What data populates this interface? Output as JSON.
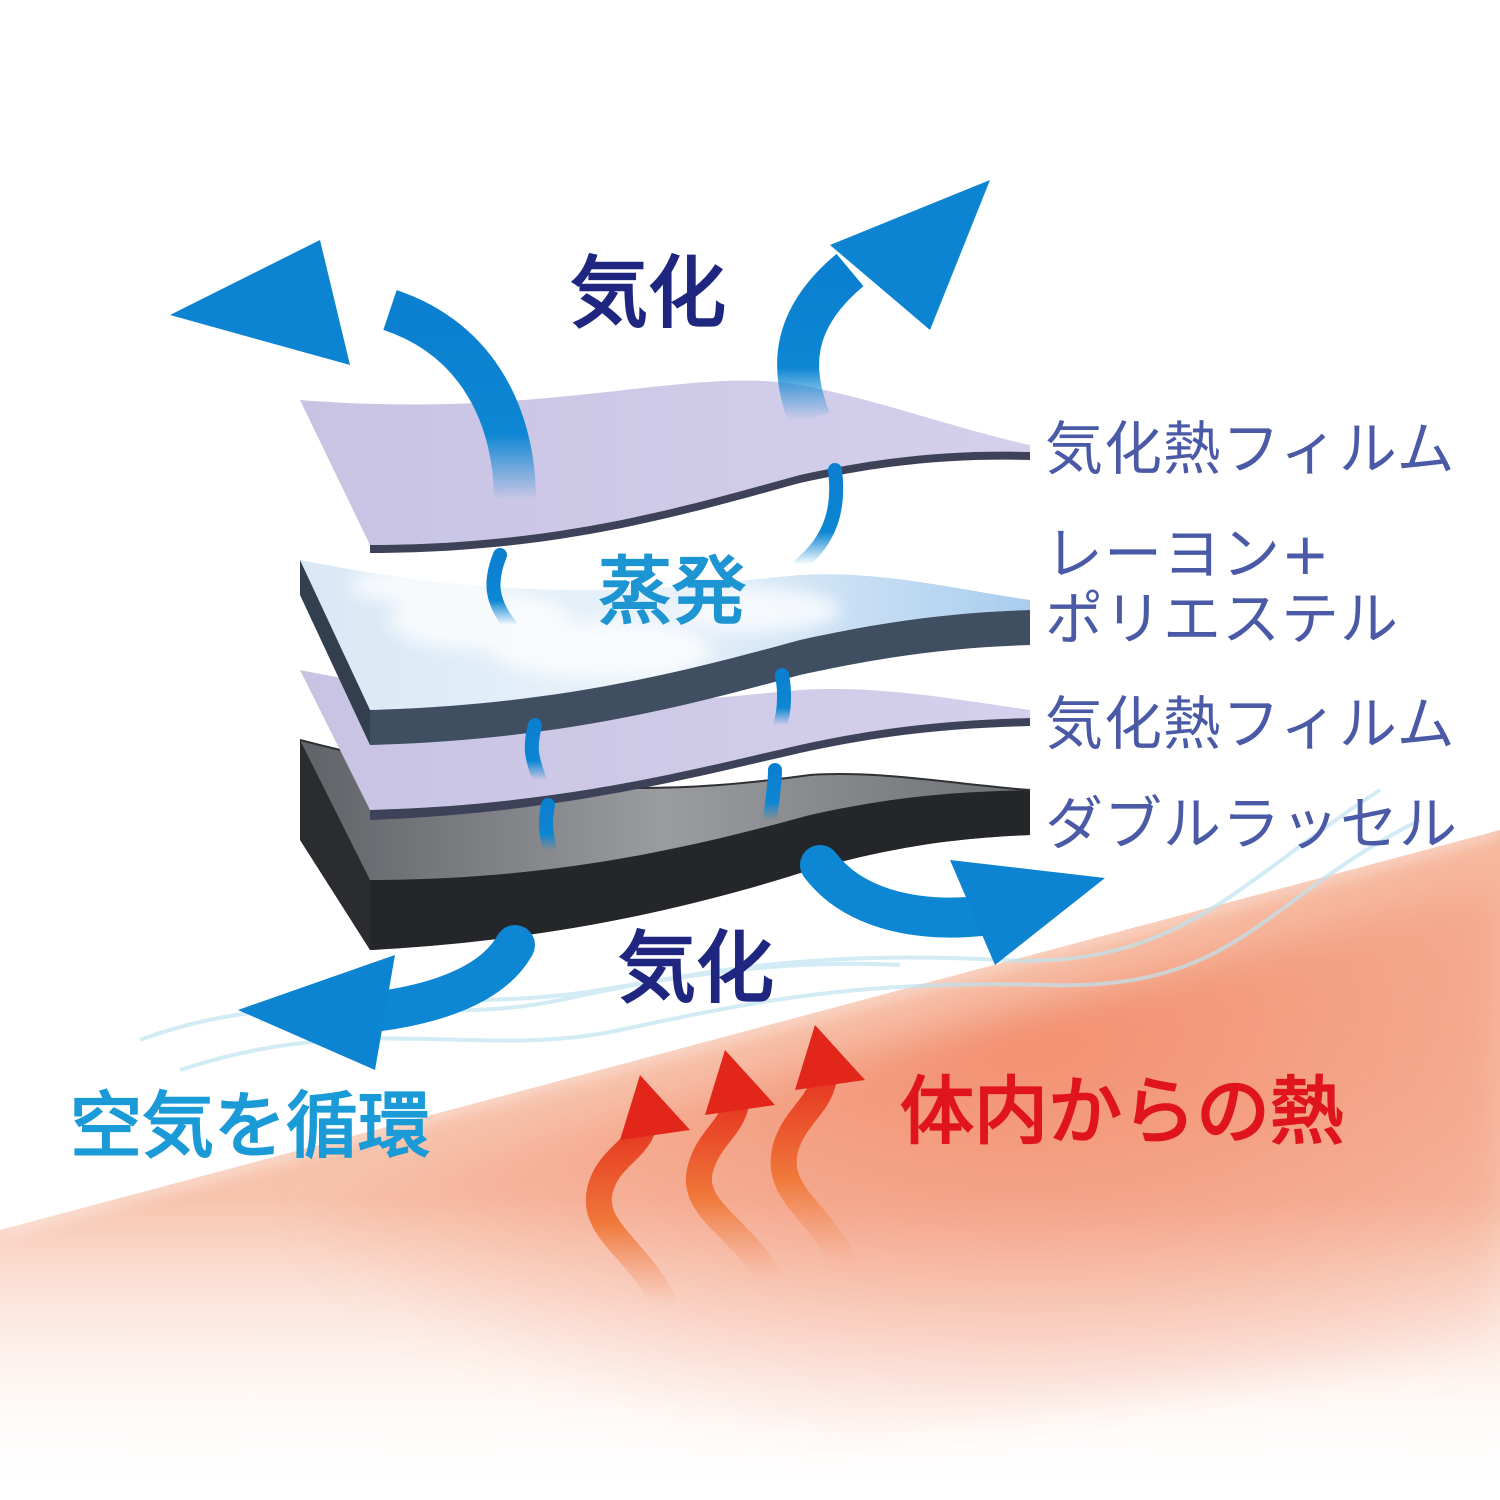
{
  "labels": {
    "vaporization_top": "気化",
    "evaporation": "蒸発",
    "vaporization_bottom": "気化",
    "air_circulation": "空気を循環",
    "body_heat": "体内からの熱"
  },
  "layers": [
    {
      "name": "気化熱フィルム"
    },
    {
      "name_line1": "レーヨン+",
      "name_line2": "ポリエステル"
    },
    {
      "name": "気化熱フィルム"
    },
    {
      "name": "ダブルラッセル"
    }
  ],
  "colors": {
    "film": "#cdc9e6",
    "film_edge": "#3e4258",
    "rayon_top": "#bcd8f0",
    "rayon_edge": "#3f4e60",
    "russel_top": "#8a8d91",
    "russel_edge": "#25272b",
    "arrow_blue": "#0d86d3",
    "heat_arrow": "#e8401c",
    "skin": "#f3a98c"
  },
  "icons": [
    "blue-curved-arrow",
    "heat-wave-arrow"
  ]
}
